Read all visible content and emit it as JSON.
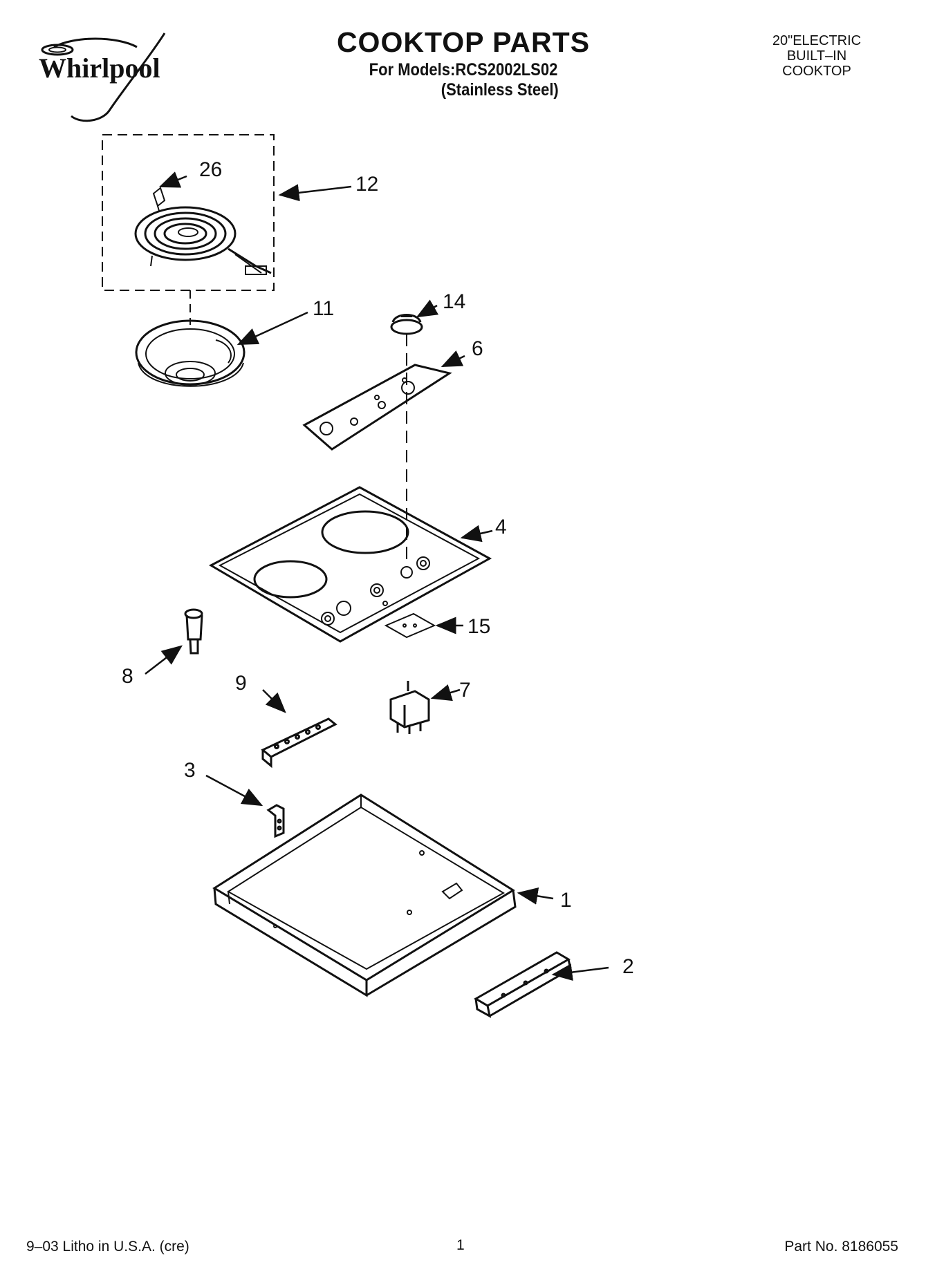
{
  "header": {
    "brand": "Whirlpool",
    "title": "COOKTOP PARTS",
    "models_line": "For Models:RCS2002LS02",
    "finish": "(Stainless Steel)",
    "product_lines": [
      "20\"ELECTRIC",
      "BUILT–IN",
      "COOKTOP"
    ]
  },
  "callouts": {
    "c26": "26",
    "c12": "12",
    "c11": "11",
    "c14": "14",
    "c6": "6",
    "c4": "4",
    "c8": "8",
    "c15": "15",
    "c9": "9",
    "c7": "7",
    "c3": "3",
    "c1": "1",
    "c2": "2"
  },
  "footer": {
    "litho": "9–03 Litho in U.S.A. (cre)",
    "page_number": "1",
    "part_number": "Part No. 8186055"
  }
}
